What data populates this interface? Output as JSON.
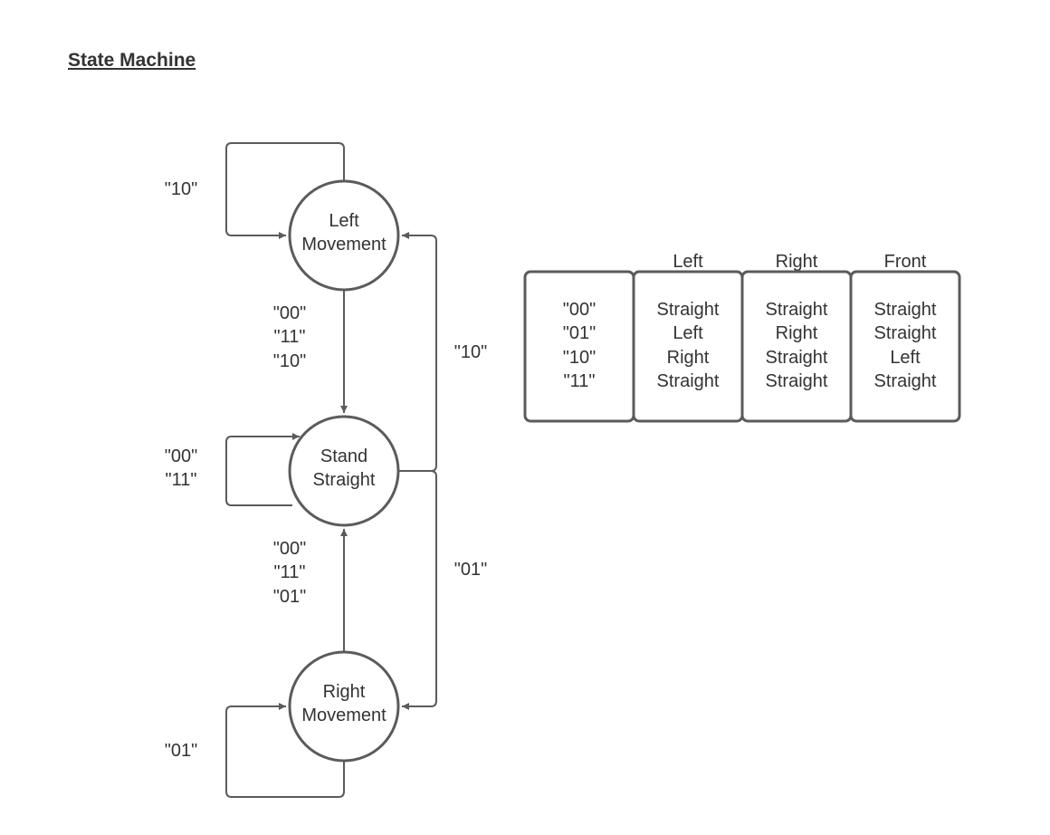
{
  "title": "State Machine",
  "states": {
    "left": [
      "Left",
      "Movement"
    ],
    "stand": [
      "Stand",
      "Straight"
    ],
    "right": [
      "Right",
      "Movement"
    ]
  },
  "transitions": {
    "left_self": [
      "\"10\""
    ],
    "left_to_stand": [
      "\"00\"",
      "\"11\"",
      "\"10\""
    ],
    "stand_self": [
      "\"00\"",
      "\"11\""
    ],
    "right_to_stand": [
      "\"00\"",
      "\"11\"",
      "\"01\""
    ],
    "right_self": [
      "\"01\""
    ],
    "stand_to_left": [
      "\"10\""
    ],
    "stand_to_right": [
      "\"01\""
    ]
  },
  "table": {
    "headers": [
      "",
      "Left",
      "Right",
      "Front"
    ],
    "columns": [
      [
        "\"00\"",
        "\"01\"",
        "\"10\"",
        "\"11\""
      ],
      [
        "Straight",
        "Left",
        "Right",
        "Straight"
      ],
      [
        "Straight",
        "Right",
        "Straight",
        "Straight"
      ],
      [
        "Straight",
        "Straight",
        "Left",
        "Straight"
      ]
    ]
  },
  "colors": {
    "stroke": "#5b5b5b",
    "text": "#333333",
    "background": "#ffffff"
  }
}
